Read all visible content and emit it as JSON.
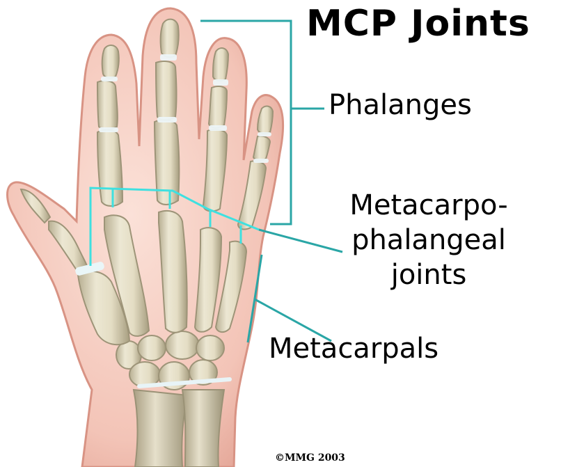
{
  "diagram": {
    "title": "MCP Joints",
    "labels": {
      "phalanges": "Phalanges",
      "mcp_joints": [
        "Metacarpo-",
        "phalangeal",
        "joints"
      ],
      "metacarpals": "Metacarpals"
    },
    "copyright": "©MMG 2003"
  },
  "colors": {
    "leader_line": "#2aa6a6",
    "joint_line": "#3fe0e0",
    "skin": "#f3c7bd",
    "skin_edge": "#d88f82",
    "bone": "#e8e2cc",
    "bone_shadow": "#b3aa8e",
    "cartilage": "#eef6f8",
    "text": "#000000"
  },
  "icons": [
    "hand-skeleton-illustration"
  ]
}
